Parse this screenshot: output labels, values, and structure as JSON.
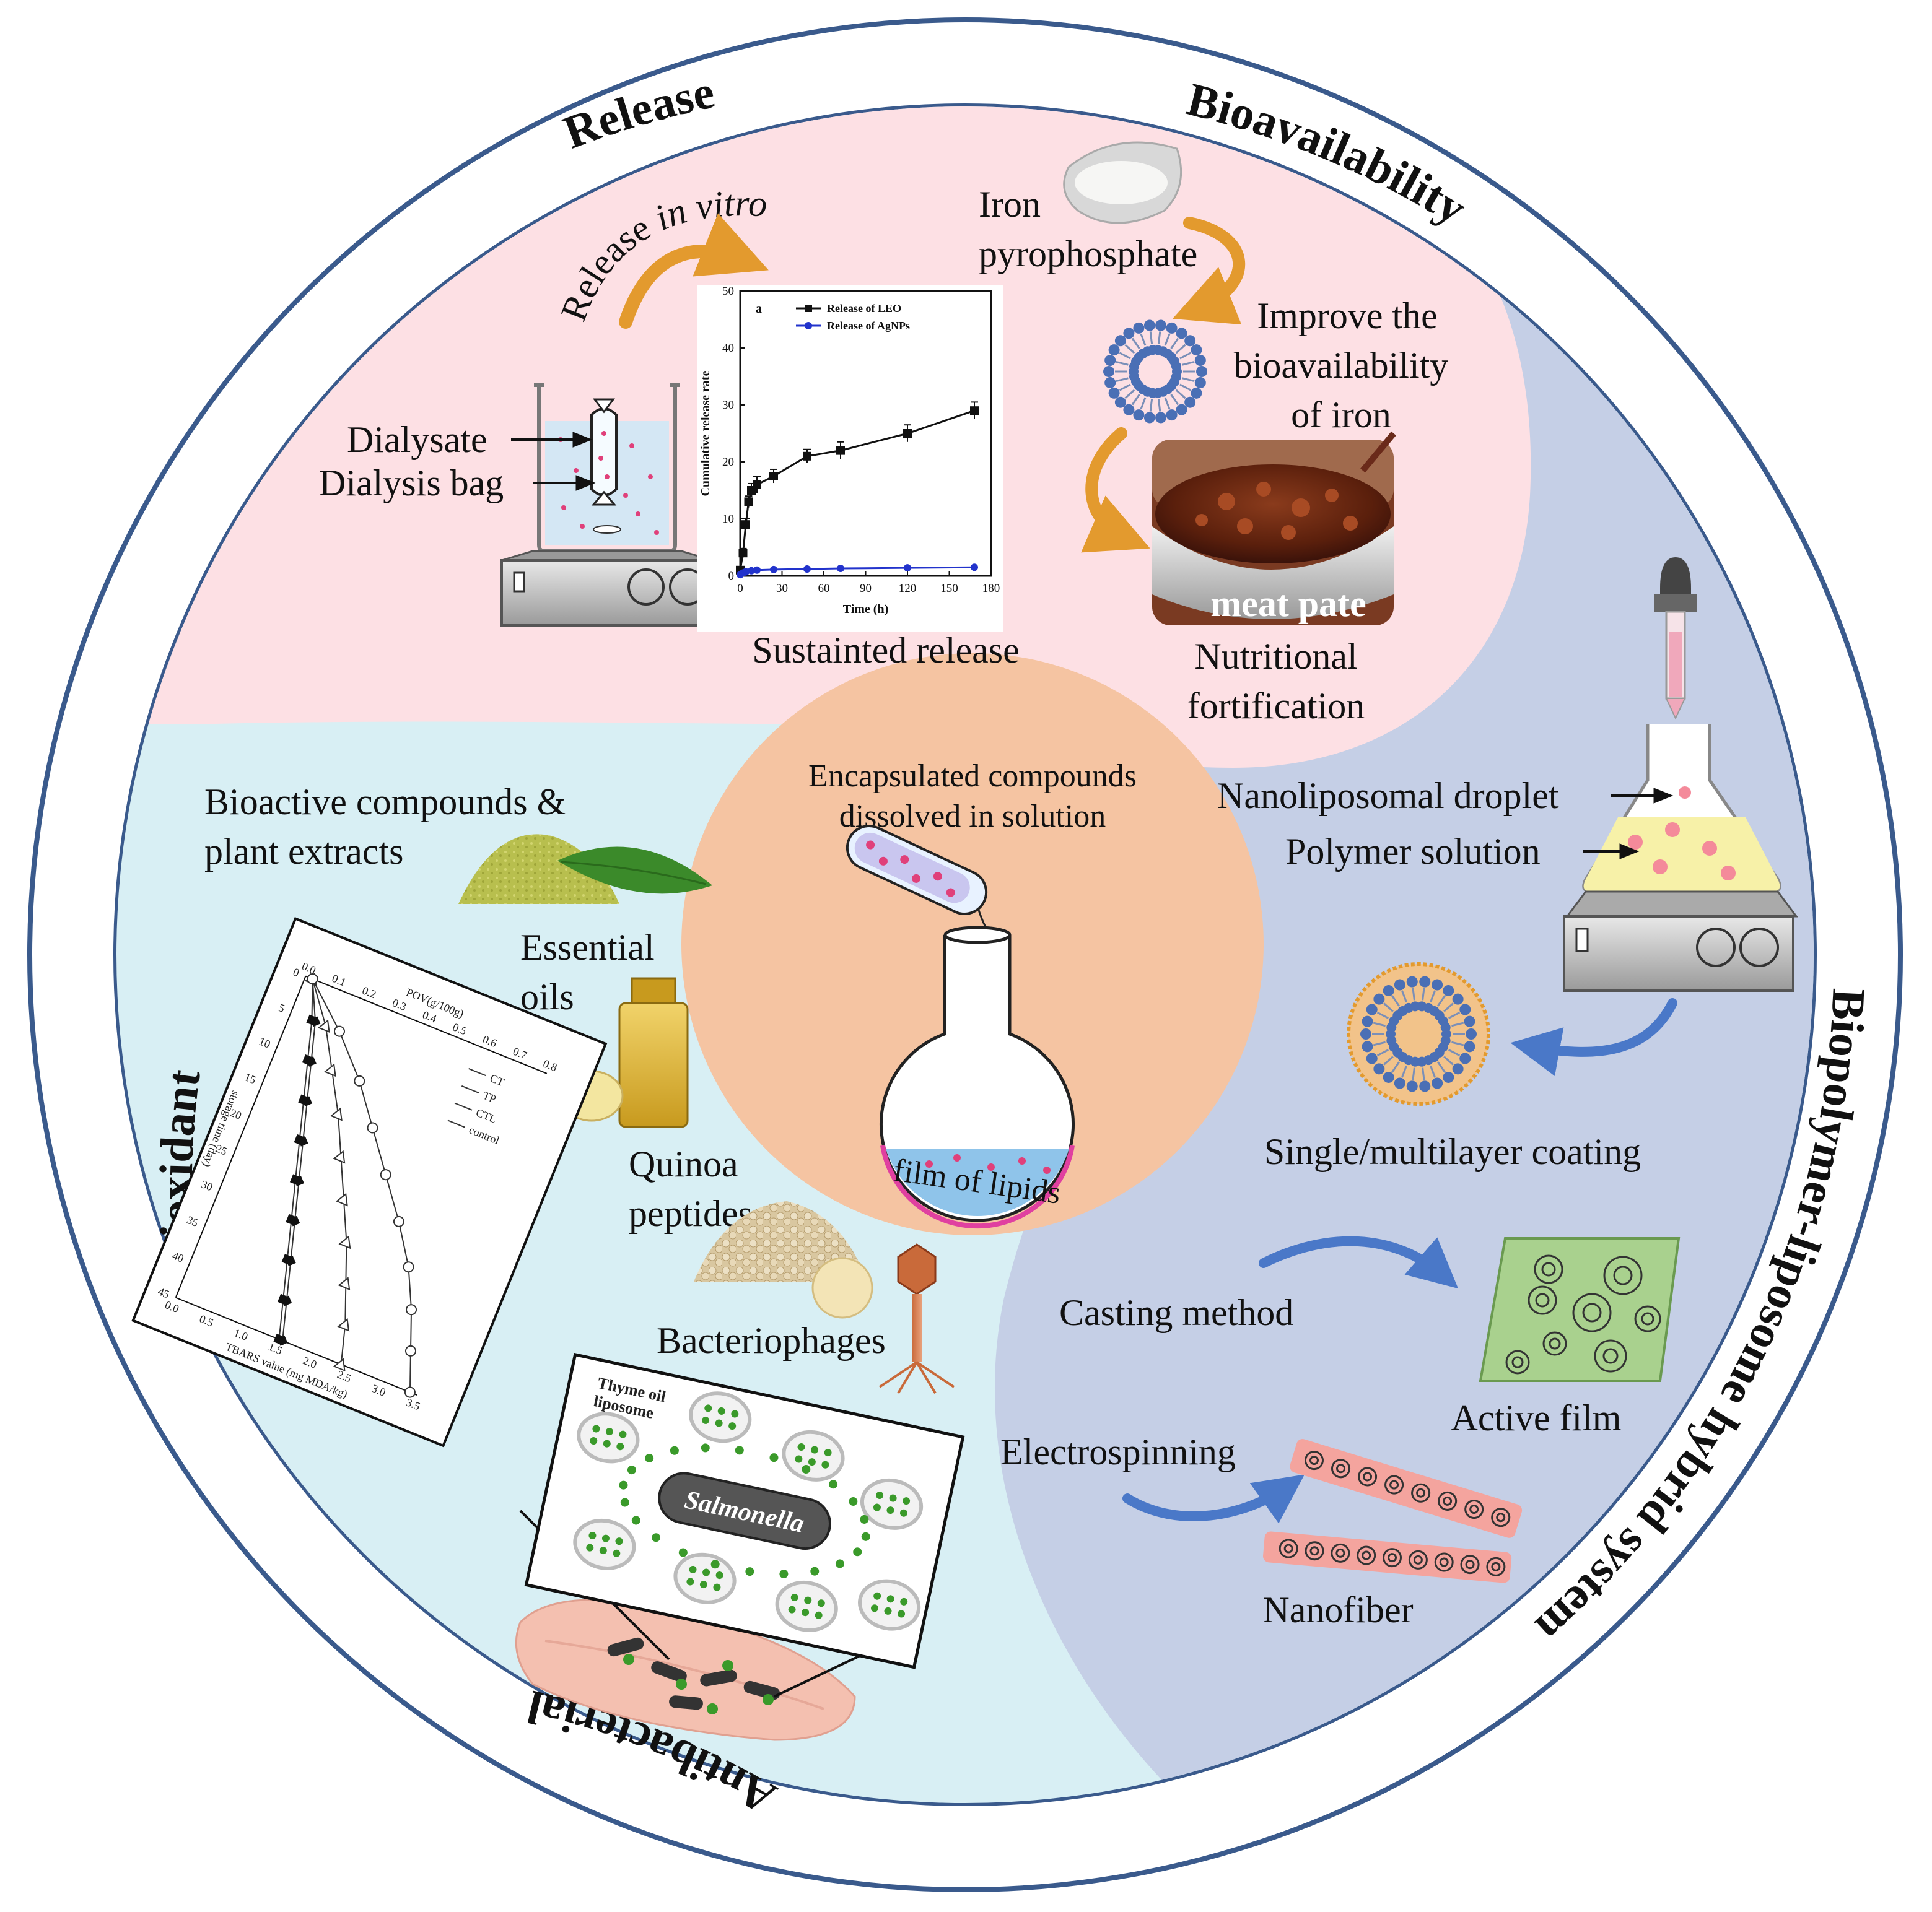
{
  "colors": {
    "ring": "#3a5a8c",
    "release_region": "#fde0e4",
    "bioavailability_region": "#c5cfe6",
    "antioxidant_region": "#d8eff4",
    "center": "#f5c4a2",
    "arrow_orange": "#e39a2e",
    "arrow_blue": "#4a78c8",
    "liposome_blue": "#4a6fb5"
  },
  "sections": {
    "release": "Release",
    "bioavailability": "Bioavailability",
    "biopolymer": "Biopolymer-liposome hybrid system",
    "antioxidant": "Antioxidant",
    "antibacterial": "Antibacterial"
  },
  "release_panel": {
    "release_in_vitro_prefix": "Release ",
    "release_in_vitro_italic": "in vitro",
    "dialysate": "Dialysate",
    "dialysis_bag": "Dialysis bag",
    "sustained_release": "Sustainted release"
  },
  "bioavailability_panel": {
    "iron_line1": "Iron",
    "iron_line2": "pyrophosphate",
    "improve_line1": "Improve the",
    "improve_line2": "bioavailability",
    "improve_line3": "of iron",
    "meat_pate": "meat pate",
    "nutritional_line1": "Nutritional",
    "nutritional_line2": "fortification"
  },
  "center_panel": {
    "encapsulated_line1": "Encapsulated compounds",
    "encapsulated_line2": "dissolved in solution",
    "film_of_lipids": "film of lipids"
  },
  "antioxidant_panel": {
    "bioactive_line1": "Bioactive compounds &",
    "bioactive_line2": "plant extracts",
    "essential_line1": "Essential",
    "essential_line2": "oils",
    "quinoa_line1": "Quinoa",
    "quinoa_line2": "peptides",
    "bacteriophages": "Bacteriophages"
  },
  "antibacterial_panel": {
    "thyme_line1": "Thyme oil",
    "thyme_line2": "liposome",
    "salmonella": "Salmonella"
  },
  "biopolymer_panel": {
    "nanoliposomal_droplet": "Nanoliposomal droplet",
    "polymer_solution": "Polymer solution",
    "coating": "Single/multilayer coating",
    "casting_method": "Casting method",
    "active_film": "Active film",
    "electrospinning": "Electrospinning",
    "nanofiber": "Nanofiber"
  },
  "chart_data": [
    {
      "type": "line",
      "panel_label": "a",
      "xlabel": "Time (h)",
      "ylabel": "Cumulative release rate",
      "xlim": [
        0,
        180
      ],
      "ylim": [
        0,
        50
      ],
      "xticks": [
        0,
        30,
        60,
        90,
        120,
        150,
        180
      ],
      "yticks": [
        0,
        10,
        20,
        30,
        40,
        50
      ],
      "legend_position": "top-right",
      "series": [
        {
          "name": "Release of LEO",
          "color": "#111111",
          "marker": "square",
          "x": [
            0,
            2,
            4,
            6,
            8,
            12,
            24,
            48,
            72,
            120,
            168
          ],
          "y": [
            1,
            4,
            9,
            13,
            15,
            16,
            17.5,
            21,
            22,
            25,
            29
          ],
          "err": [
            0.5,
            0.8,
            1,
            1,
            1.2,
            1.5,
            1.2,
            1.2,
            1.5,
            1.5,
            1.5
          ]
        },
        {
          "name": "Release of AgNPs",
          "color": "#2233cc",
          "marker": "circle",
          "x": [
            0,
            2,
            4,
            8,
            12,
            24,
            48,
            72,
            120,
            168
          ],
          "y": [
            0.2,
            0.5,
            0.7,
            0.9,
            1.0,
            1.1,
            1.2,
            1.3,
            1.4,
            1.5
          ],
          "err": [
            0,
            0,
            0,
            0,
            0,
            0,
            0,
            0,
            0,
            0
          ]
        }
      ]
    },
    {
      "type": "line",
      "xlabel": "storage time (day)",
      "ylabel_left": "TBARS value (mg MDA/kg)",
      "ylabel_right": "POV(g/100g)",
      "storage_ticks": [
        0,
        5,
        10,
        15,
        20,
        25,
        30,
        35,
        40,
        45
      ],
      "tbars_ticks": [
        0.0,
        0.5,
        1.0,
        1.5,
        2.0,
        2.5,
        3.0,
        3.5
      ],
      "pov_ticks": [
        0.0,
        0.1,
        0.2,
        0.3,
        0.4,
        0.5,
        0.6,
        0.7,
        0.8
      ],
      "legend": [
        "CT",
        "TP",
        "CTL",
        "control"
      ],
      "series": [
        {
          "name": "CT",
          "marker": "filled-square",
          "x": [
            0,
            5,
            10,
            15,
            20,
            25,
            30,
            35,
            40,
            45
          ],
          "y": [
            0.1,
            0.3,
            0.45,
            0.6,
            0.75,
            0.9,
            1.05,
            1.2,
            1.35,
            1.5
          ]
        },
        {
          "name": "TP",
          "marker": "filled-diamond",
          "x": [
            0,
            5,
            10,
            15,
            20,
            25,
            30,
            35,
            40,
            45
          ],
          "y": [
            0.1,
            0.35,
            0.5,
            0.65,
            0.8,
            0.95,
            1.1,
            1.25,
            1.4,
            1.55
          ]
        },
        {
          "name": "CTL",
          "marker": "open-triangle",
          "x": [
            0,
            5,
            10,
            15,
            20,
            25,
            30,
            35,
            40,
            45
          ],
          "y": [
            0.1,
            0.5,
            0.8,
            1.1,
            1.35,
            1.6,
            1.85,
            2.05,
            2.25,
            2.4
          ]
        },
        {
          "name": "control",
          "marker": "open-circle",
          "x": [
            0,
            5,
            10,
            15,
            20,
            25,
            30,
            35,
            40,
            45
          ],
          "y": [
            0.1,
            0.7,
            1.2,
            1.6,
            2.0,
            2.4,
            2.75,
            3.0,
            3.2,
            3.4
          ]
        }
      ]
    }
  ]
}
